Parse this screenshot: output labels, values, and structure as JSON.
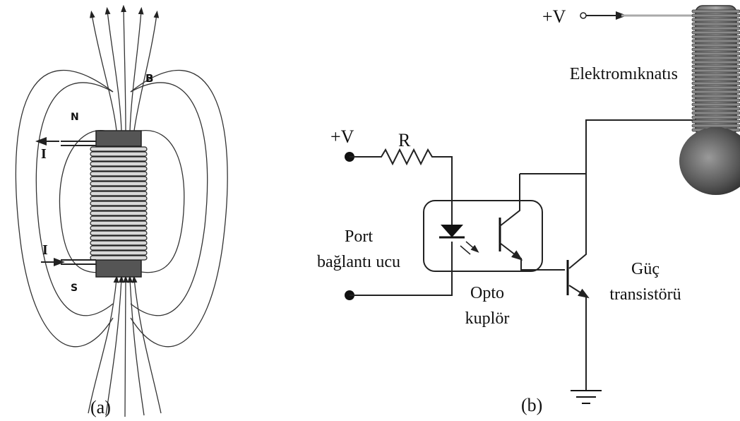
{
  "panel_a": {
    "caption": "(a)",
    "pole_north": "N",
    "pole_south": "S",
    "field_label": "B",
    "current_top": "I",
    "current_bottom": "I"
  },
  "panel_b": {
    "caption": "(b)",
    "supply_left": "+V",
    "supply_top": "+V",
    "resistor": "R",
    "port_line1": "Port",
    "port_line2": "bağlantı ucu",
    "opto_line1": "Opto",
    "opto_line2": "kuplör",
    "power_line1": "Güç",
    "power_line2": "transistörü",
    "magnet": "Elektromıknatıs"
  },
  "colors": {
    "ink": "#222222",
    "core": "#555555",
    "coil": "#d8d8d8",
    "magnet_body": "#7a7a7a",
    "plunger": "#5a5a5a"
  }
}
